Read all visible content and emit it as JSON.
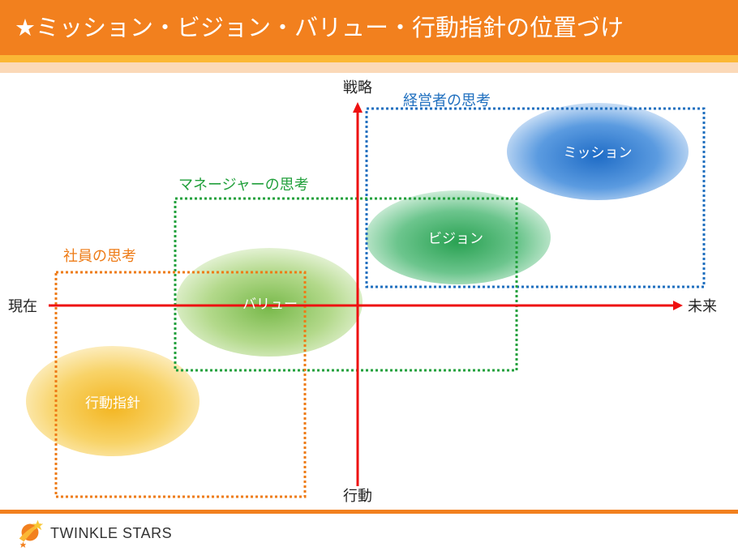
{
  "header": {
    "title": "★ミッション・ビジョン・バリュー・行動指針の位置づけ"
  },
  "axes": {
    "top": "戦略",
    "bottom": "行動",
    "left": "現在",
    "right": "未来"
  },
  "groups": {
    "management": "経営者の思考",
    "manager": "マネージャーの思考",
    "employee": "社員の思考"
  },
  "items": {
    "mission": "ミッション",
    "vision": "ビジョン",
    "value": "バリュー",
    "guideline": "行動指針"
  },
  "colors": {
    "management": "#1f6fbf",
    "manager": "#22a03c",
    "employee": "#ee7b16",
    "axis": "#ee1010",
    "accent": "#f2801e"
  },
  "footer": {
    "brand": "TWINKLE STARS"
  }
}
